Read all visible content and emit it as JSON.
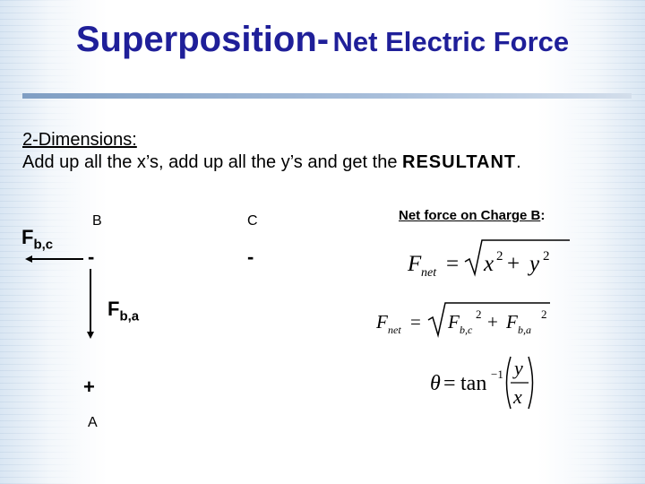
{
  "title": {
    "main": "Superposition-",
    "sub": "Net Electric Force"
  },
  "heading": "2-Dimensions:",
  "instruction": {
    "text": "Add up all the x’s, add up all the y’s and get the",
    "emphasis": "RESULTANT",
    "end": "."
  },
  "diagram": {
    "charge_b": {
      "label": "B",
      "sign": "-"
    },
    "charge_c": {
      "label": "C",
      "sign": "-"
    },
    "charge_a": {
      "label": "A",
      "sign": "+"
    },
    "force_bc": {
      "symbol": "F",
      "subscript": "b,c"
    },
    "force_ba": {
      "symbol": "F",
      "subscript": "b,a"
    }
  },
  "net_force": {
    "title": "Net force on Charge B",
    "title_suffix": ":",
    "formula_magnitude": "F_net = √(x² + y²)",
    "formula_components": "F_net = √(F_b,c² + F_b,a²)",
    "formula_angle": "θ = tan⁻¹(y / x)"
  },
  "colors": {
    "title": "#1f1f99",
    "rule": "#7f9ec3",
    "text": "#000000"
  }
}
